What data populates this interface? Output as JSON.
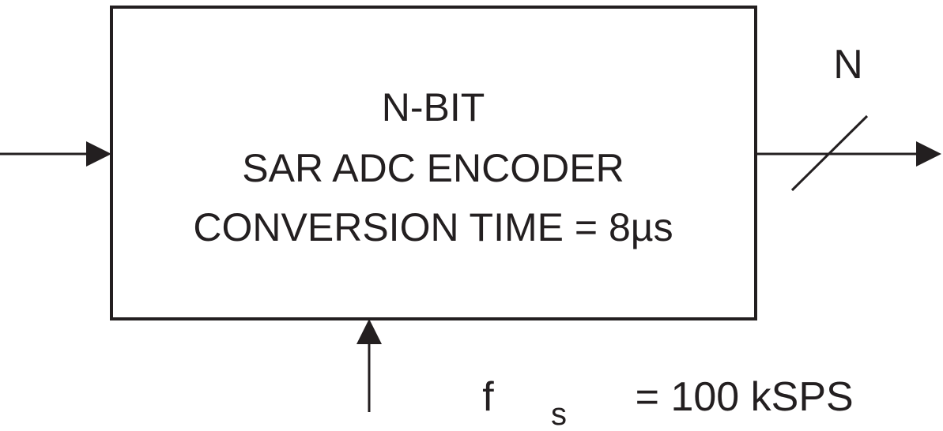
{
  "block": {
    "line1": "N-BIT",
    "line2": "SAR ADC ENCODER",
    "line3": "CONVERSION TIME = 8µs"
  },
  "output": {
    "bus_width_label": "N"
  },
  "clock": {
    "symbol": "f",
    "subscript": "s",
    "value": " = 100 kSPS"
  },
  "colors": {
    "stroke": "#231f20",
    "background": "#ffffff"
  }
}
